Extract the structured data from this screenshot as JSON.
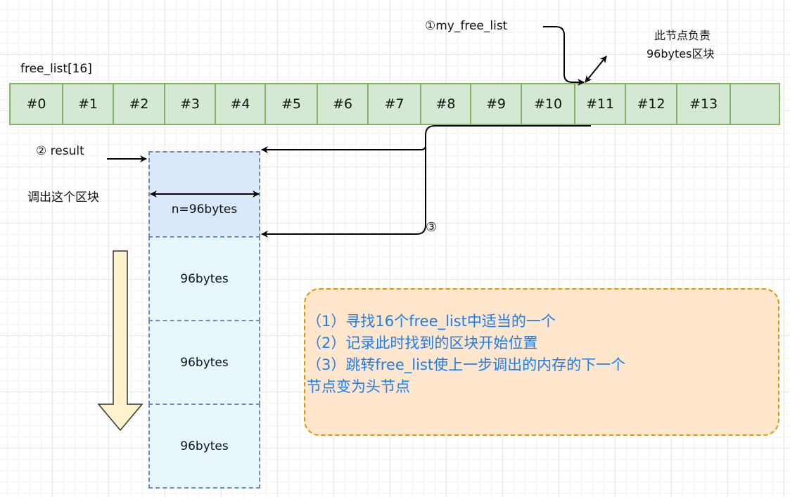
{
  "array": {
    "label": "free_list[16]",
    "cells": [
      "#0",
      "#1",
      "#2",
      "#3",
      "#4",
      "#5",
      "#6",
      "#7",
      "#8",
      "#9",
      "#10",
      "#11",
      "#12",
      "#13",
      ""
    ]
  },
  "annotations": {
    "my_free_list": "①my_free_list",
    "node_desc_line1": "此节点负责",
    "node_desc_line2": "96bytes区块",
    "result": "② result",
    "pull_block": "调出这个区块",
    "step3": "③"
  },
  "blocks": [
    {
      "label": "n=96bytes",
      "fill": "#dae8fc"
    },
    {
      "label": "96bytes",
      "fill": "#e8f7fc"
    },
    {
      "label": "96bytes",
      "fill": "#e8f7fc"
    },
    {
      "label": "96bytes",
      "fill": "#e8f7fc"
    }
  ],
  "note": {
    "lines": [
      "（1）寻找16个free_list中适当的一个",
      "（2）记录此时找到的区块开始位置",
      "（3）跳转free_list使上一步调出的内存的下一个",
      "节点变为头节点"
    ]
  },
  "colors": {
    "cell_fill": "#d5e8d4",
    "cell_border": "#82b366",
    "block_border": "#6c8ebf",
    "note_fill": "#ffe6cc",
    "note_border": "#d79b00",
    "note_text": "#1a7ff0",
    "down_arrow_fill": "#fff2cc"
  }
}
